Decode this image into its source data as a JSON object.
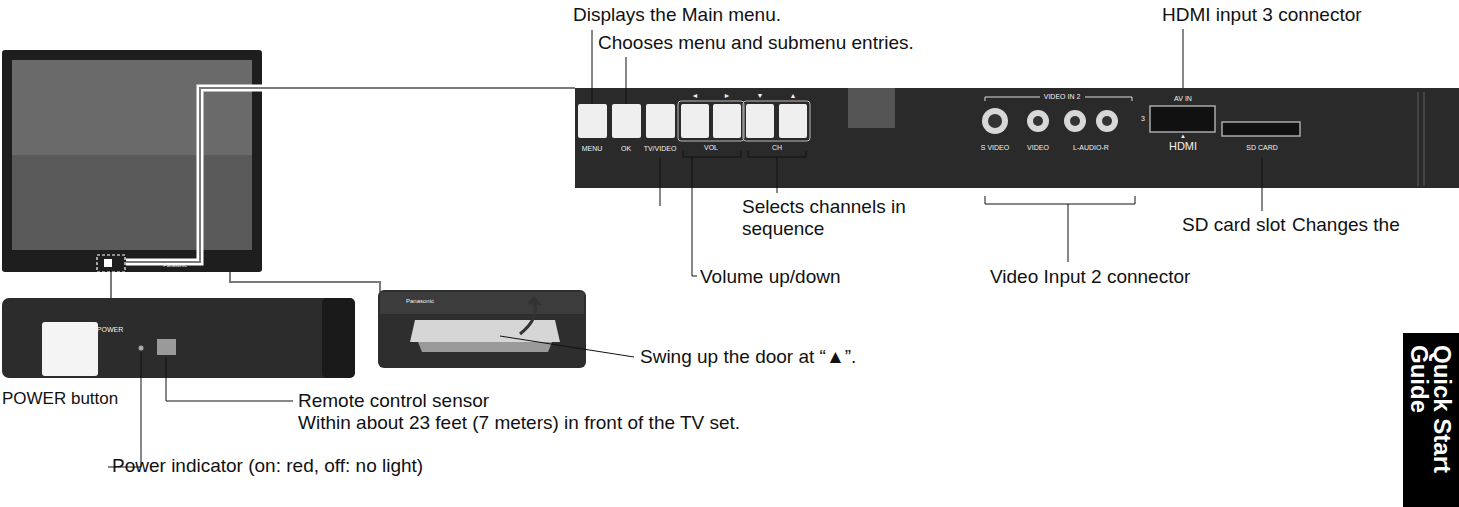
{
  "diagram": {
    "nodes": [
      {
        "text": [
          "Quick Start Guide"
        ]
      }
    ],
    "labels": [
      "Displays the Main menu.",
      "Chooses menu and submenu entries.",
      "HDMI input 3 connector",
      "Selects channels in sequence",
      "Volume up/down",
      "Video Input 2 connector",
      "SD card slot",
      "Changes the",
      "Swing up the door at “▲”.",
      "POWER button",
      "Remote control sensor",
      "Within about 23 feet (7 meters) in front of the TV set.",
      "Power indicator (on: red, off: no light)",
      "MENU",
      "OK",
      "TV/VIDEO",
      "◄",
      "►",
      "▼",
      "▲",
      "VOL",
      "CH",
      "VIDEO IN 2",
      "S VIDEO",
      "VIDEO",
      "L-AUDIO-R",
      "AV IN",
      "3",
      "HDMI",
      "▲",
      "SD CARD",
      "POWER",
      "Panasonic",
      "Panasonic"
    ]
  }
}
